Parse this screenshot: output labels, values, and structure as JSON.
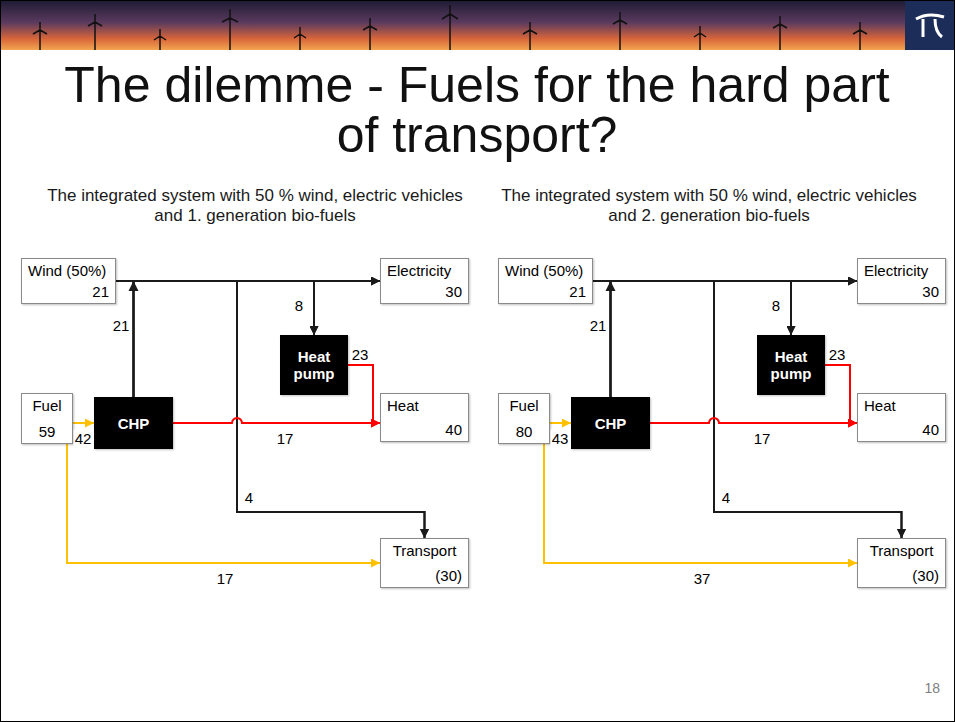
{
  "diagram": {
    "title": "The dilemme - Fuels for the hard part of transport?",
    "nodes": [
      {
        "text": [
          "Wind (50%)",
          "21"
        ]
      },
      {
        "text": [
          "Electricity",
          "30"
        ]
      },
      {
        "text": [
          "Heat pump"
        ]
      },
      {
        "text": [
          "Fuel",
          "59"
        ]
      },
      {
        "text": [
          "CHP"
        ]
      },
      {
        "text": [
          "Heat",
          "40"
        ]
      },
      {
        "text": [
          "Transport",
          "(30)"
        ]
      },
      {
        "text": [
          "Wind (50%)",
          "21"
        ]
      },
      {
        "text": [
          "Electricity",
          "30"
        ]
      },
      {
        "text": [
          "Heat pump"
        ]
      },
      {
        "text": [
          "Fuel",
          "80"
        ]
      },
      {
        "text": [
          "CHP"
        ]
      },
      {
        "text": [
          "Heat",
          "40"
        ]
      },
      {
        "text": [
          "Transport",
          "(30)"
        ]
      }
    ],
    "edges": [
      {
        "from": 0,
        "to": 1,
        "arrow": "to"
      },
      {
        "from": 4,
        "to": 1,
        "label": "21",
        "arrow": "to"
      },
      {
        "from": 0,
        "to": 2,
        "label": "8",
        "arrow": "to"
      },
      {
        "from": 0,
        "to": 6,
        "label": "4",
        "arrow": "to"
      },
      {
        "from": 4,
        "to": 2,
        "arrow": "to"
      },
      {
        "from": 4,
        "to": 6,
        "arrow": "to"
      },
      {
        "from": 3,
        "to": 4,
        "label": "42",
        "arrow": "to"
      },
      {
        "from": 3,
        "to": 6,
        "label": "17",
        "arrow": "to"
      },
      {
        "from": 4,
        "to": 5,
        "label": "17",
        "arrow": "to"
      },
      {
        "from": 2,
        "to": 5,
        "label": "23",
        "arrow": "to"
      },
      {
        "from": 7,
        "to": 8,
        "arrow": "to"
      },
      {
        "from": 11,
        "to": 8,
        "label": "21",
        "arrow": "to"
      },
      {
        "from": 7,
        "to": 9,
        "label": "8",
        "arrow": "to"
      },
      {
        "from": 7,
        "to": 13,
        "label": "4",
        "arrow": "to"
      },
      {
        "from": 11,
        "to": 9,
        "arrow": "to"
      },
      {
        "from": 11,
        "to": 13,
        "arrow": "to"
      },
      {
        "from": 10,
        "to": 11,
        "label": "43",
        "arrow": "to"
      },
      {
        "from": 10,
        "to": 13,
        "label": "37",
        "arrow": "to"
      },
      {
        "from": 11,
        "to": 12,
        "label": "17",
        "arrow": "to"
      },
      {
        "from": 9,
        "to": 12,
        "label": "23",
        "arrow": "to"
      }
    ],
    "labels": [
      "The integrated system with 50 % wind, electric vehicles and 1. generation bio-fuels",
      "The integrated system with 50 % wind, electric vehicles and 2. generation bio-fuels",
      "18"
    ]
  }
}
